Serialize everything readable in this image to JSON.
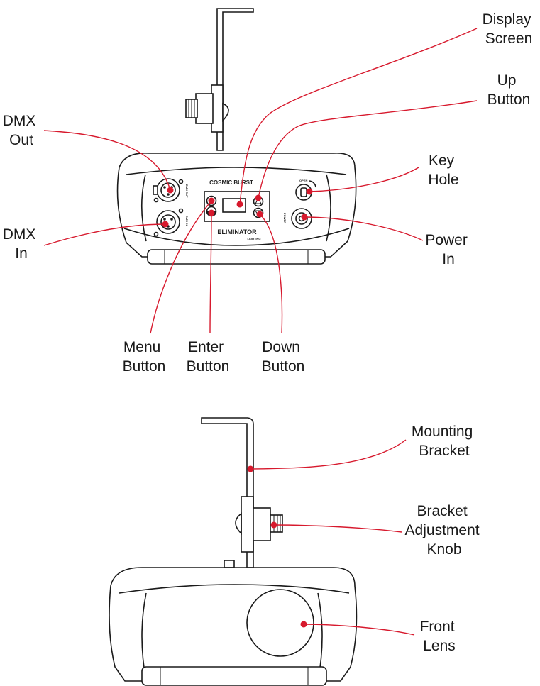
{
  "device": {
    "model_text": "COSMIC BURST",
    "brand_text": "ELIMINATOR",
    "brand_sub_text": "LIGHTING",
    "dmx_out_small": "DMX OUT",
    "dmx_in_small": "DMX IN",
    "power_small": "POWER",
    "open_small": "OPEN"
  },
  "colors": {
    "leader": "#d7192d",
    "outline": "#1a1a1a",
    "label_text": "#1a1a1a"
  },
  "callouts": {
    "display_screen": [
      "Display",
      "Screen"
    ],
    "up_button": [
      "Up",
      "Button"
    ],
    "key_hole": [
      "Key",
      "Hole"
    ],
    "power_in": [
      "Power",
      "In"
    ],
    "dmx_out": [
      "DMX",
      "Out"
    ],
    "dmx_in": [
      "DMX",
      "In"
    ],
    "menu_button": [
      "Menu",
      "Button"
    ],
    "enter_button": [
      "Enter",
      "Button"
    ],
    "down_button": [
      "Down",
      "Button"
    ],
    "mounting_bracket": [
      "Mounting",
      "Bracket"
    ],
    "bracket_adjustment_knob": [
      "Bracket",
      "Adjustment",
      "Knob"
    ],
    "front_lens": [
      "Front",
      "Lens"
    ]
  }
}
